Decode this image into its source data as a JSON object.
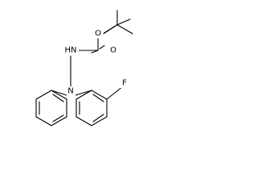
{
  "molecule": {
    "atoms": {
      "carbonyl_oxygen": "O",
      "ester_oxygen": "O",
      "hydrazide_nh": "HN",
      "amine_n": "N",
      "fluorine": "F"
    }
  }
}
